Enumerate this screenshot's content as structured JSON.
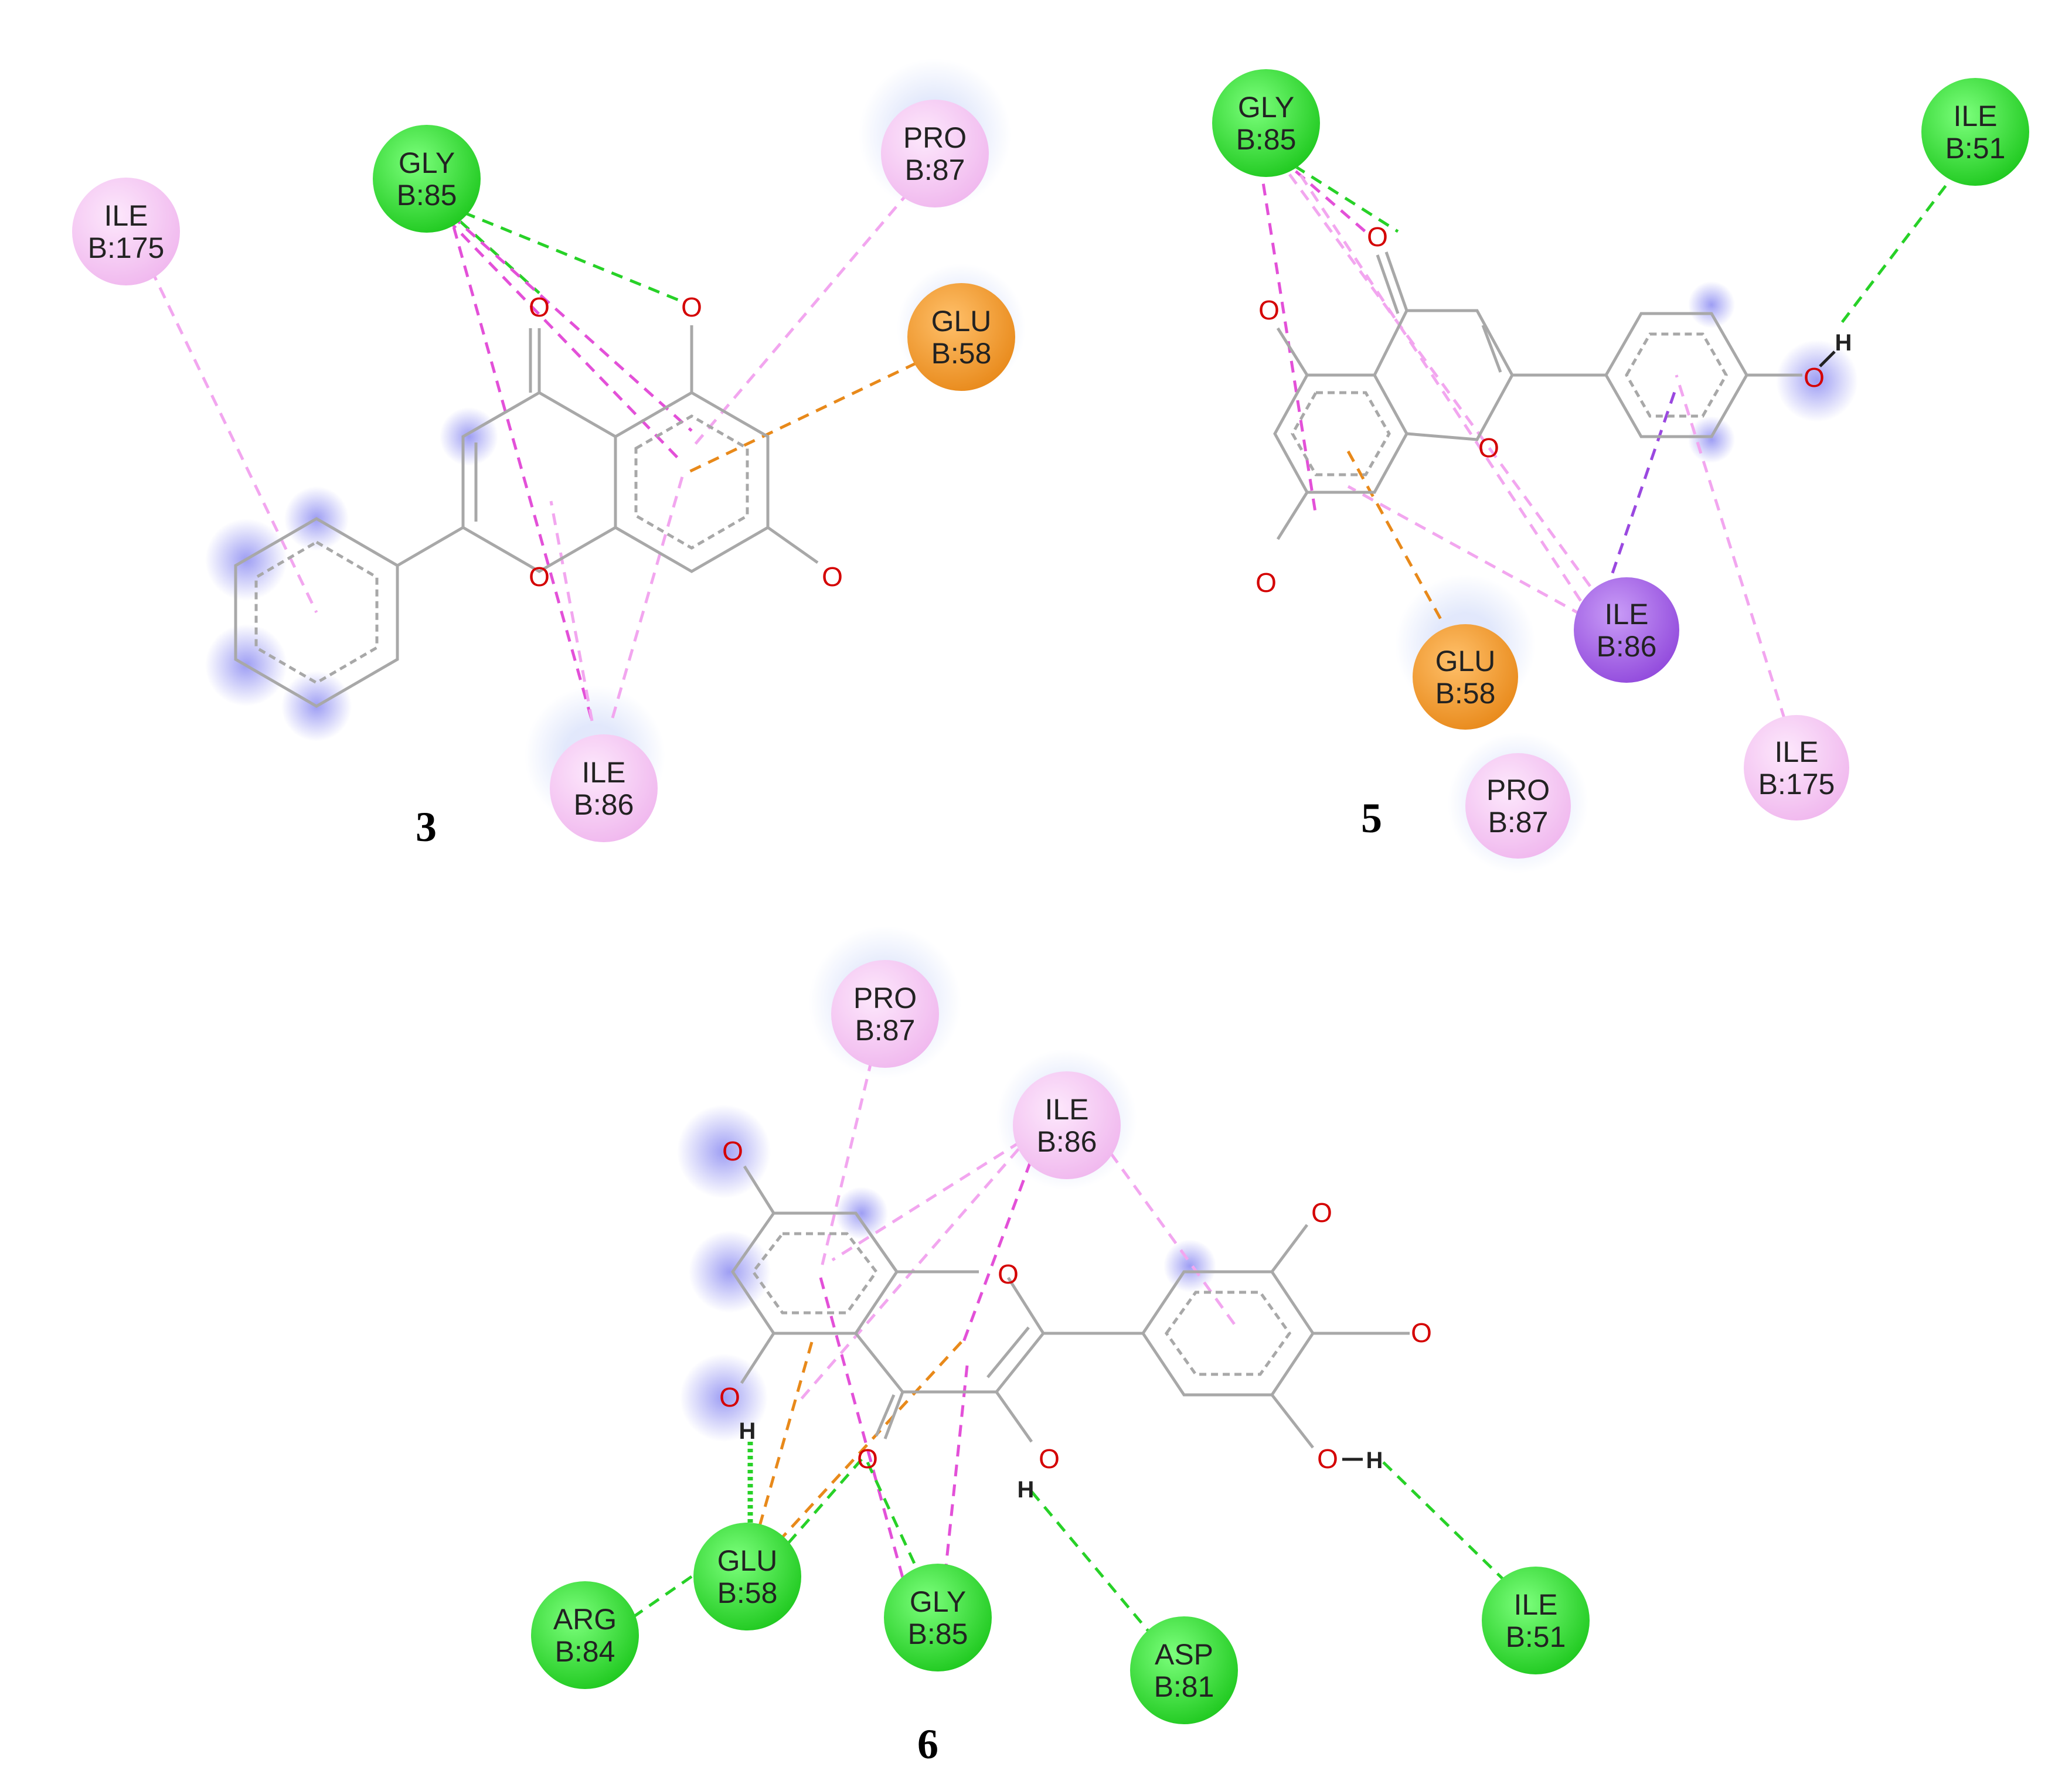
{
  "panels": [
    {
      "label": "3",
      "residues": [
        {
          "name": "ILE",
          "id": "B:175",
          "type": "alkyl"
        },
        {
          "name": "GLY",
          "id": "B:85",
          "type": "hbond"
        },
        {
          "name": "PRO",
          "id": "B:87",
          "type": "alkyl"
        },
        {
          "name": "GLU",
          "id": "B:58",
          "type": "anion"
        },
        {
          "name": "ILE",
          "id": "B:86",
          "type": "alkyl"
        }
      ],
      "atoms": [
        "O",
        "O",
        "O",
        "O"
      ]
    },
    {
      "label": "5",
      "residues": [
        {
          "name": "GLY",
          "id": "B:85",
          "type": "hbond"
        },
        {
          "name": "ILE",
          "id": "B:51",
          "type": "hbond"
        },
        {
          "name": "ILE",
          "id": "B:86",
          "type": "sigma"
        },
        {
          "name": "GLU",
          "id": "B:58",
          "type": "anion"
        },
        {
          "name": "PRO",
          "id": "B:87",
          "type": "alkyl"
        },
        {
          "name": "ILE",
          "id": "B:175",
          "type": "alkyl"
        }
      ],
      "atoms": [
        "O",
        "O",
        "O",
        "O",
        "O"
      ],
      "hydrogens": [
        "H"
      ]
    },
    {
      "label": "6",
      "residues": [
        {
          "name": "PRO",
          "id": "B:87",
          "type": "alkyl"
        },
        {
          "name": "ILE",
          "id": "B:86",
          "type": "alkyl"
        },
        {
          "name": "GLU",
          "id": "B:58",
          "type": "hbond"
        },
        {
          "name": "ARG",
          "id": "B:84",
          "type": "hbond"
        },
        {
          "name": "GLY",
          "id": "B:85",
          "type": "hbond"
        },
        {
          "name": "ASP",
          "id": "B:81",
          "type": "hbond"
        },
        {
          "name": "ILE",
          "id": "B:51",
          "type": "hbond"
        }
      ],
      "atoms": [
        "O",
        "O",
        "O",
        "O",
        "O",
        "O",
        "O",
        "O"
      ],
      "hydrogens": [
        "H",
        "H",
        "H"
      ]
    }
  ],
  "colors": {
    "hbond": "#2ee82e",
    "alkyl": "#f5c8f3",
    "anion": "#f29a28",
    "sigma": "#a85ce8",
    "bond": "#a8a8a8",
    "oxygen": "#d40000"
  }
}
